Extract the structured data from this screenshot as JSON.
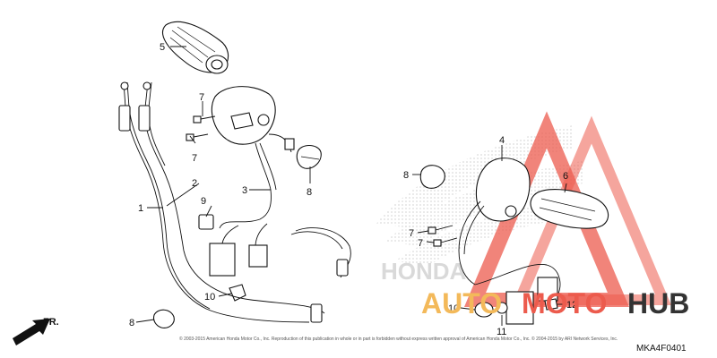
{
  "diagram": {
    "callouts": [
      {
        "id": "c1",
        "text": "1"
      },
      {
        "id": "c2",
        "text": "2"
      },
      {
        "id": "c3",
        "text": "3"
      },
      {
        "id": "c4",
        "text": "4"
      },
      {
        "id": "c5",
        "text": "5"
      },
      {
        "id": "c6",
        "text": "6"
      },
      {
        "id": "c7a",
        "text": "7"
      },
      {
        "id": "c7b",
        "text": "7"
      },
      {
        "id": "c7c",
        "text": "7"
      },
      {
        "id": "c7d",
        "text": "7"
      },
      {
        "id": "c8a",
        "text": "8"
      },
      {
        "id": "c8b",
        "text": "8"
      },
      {
        "id": "c9",
        "text": "9"
      },
      {
        "id": "c10a",
        "text": "10"
      },
      {
        "id": "c10b",
        "text": "10"
      },
      {
        "id": "c11a",
        "text": "11"
      },
      {
        "id": "c11b",
        "text": "11"
      },
      {
        "id": "c12",
        "text": "12"
      }
    ],
    "direction_label": "FR.",
    "diagram_code": "MKA4F0401",
    "copyright": "© 2003-2015 American Honda Motor Co., Inc. Reproduction of this publication in whole or in part is forbidden without express written approval of American Honda Motor Co., Inc.   © 2004-2015 by ARI Network Services, Inc.",
    "brand_logo_text": "HONDA",
    "watermark": {
      "text_left": "AUTO",
      "text_mid": "MOTO",
      "text_right": "HUB"
    },
    "colors": {
      "watermark_orange": "#f3b95a",
      "watermark_red": "#ec5b4d",
      "watermark_dark": "#333333",
      "ink": "#111111"
    }
  }
}
